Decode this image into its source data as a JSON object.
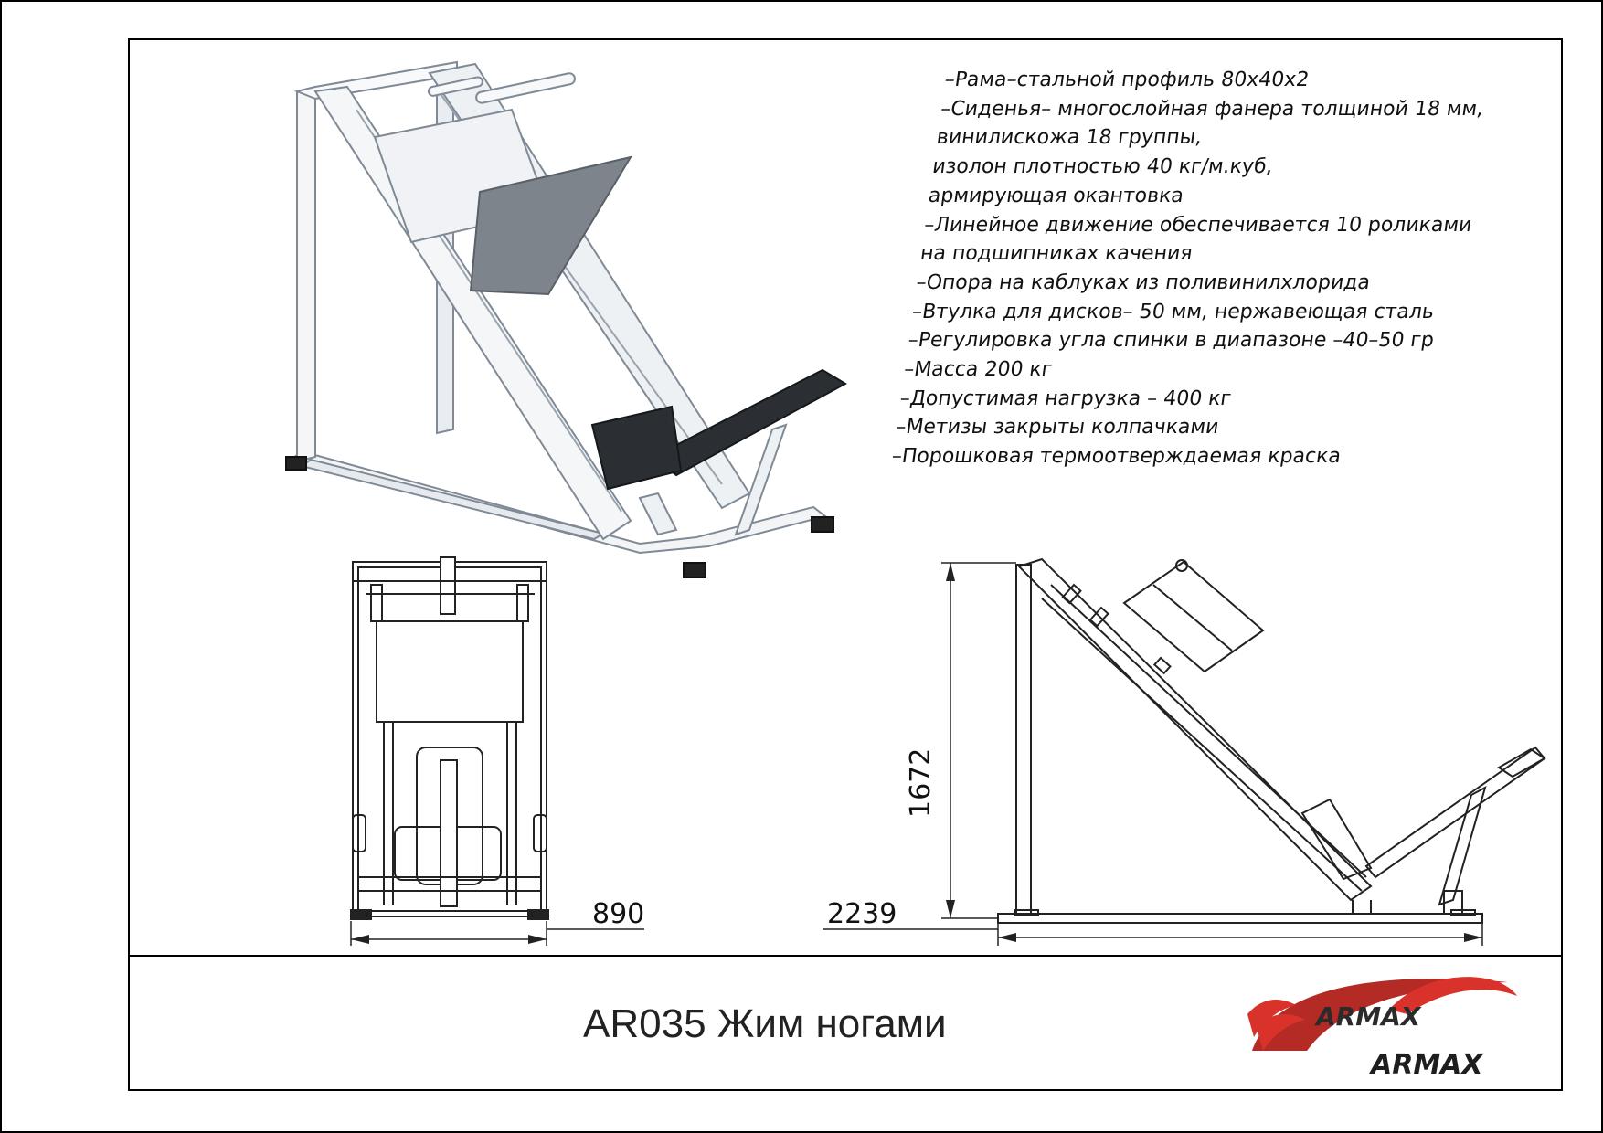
{
  "specs": [
    "–Рама–стальной профиль 80х40х2",
    "–Сиденья– многослойная фанера толщиной 18 мм,",
    "винилискожа 18 группы,",
    "изолон плотностью 40 кг/м.куб,",
    "армирующая окантовка",
    "–Линейное движение обеспечивается 10 роликами",
    "на подшипниках качения",
    "–Опора на каблуках из поливинилхлорида",
    "–Втулка для дисков– 50 мм, нержавеющая сталь",
    "–Регулировка угла спинки в диапазоне –40–50 гр",
    "–Масса 200 кг",
    "–Допустимая нагрузка – 400 кг",
    "–Метизы закрыты колпачками",
    "–Порошковая термоотверждаемая краска"
  ],
  "dimensions": {
    "width": "890",
    "length": "2239",
    "height": "1672"
  },
  "title": "AR035 Жим ногами",
  "brand": {
    "logo_text": "ARMAX",
    "wordmark": "ARMAX",
    "accent": "#d8322a",
    "dark": "#2b2b2b"
  }
}
